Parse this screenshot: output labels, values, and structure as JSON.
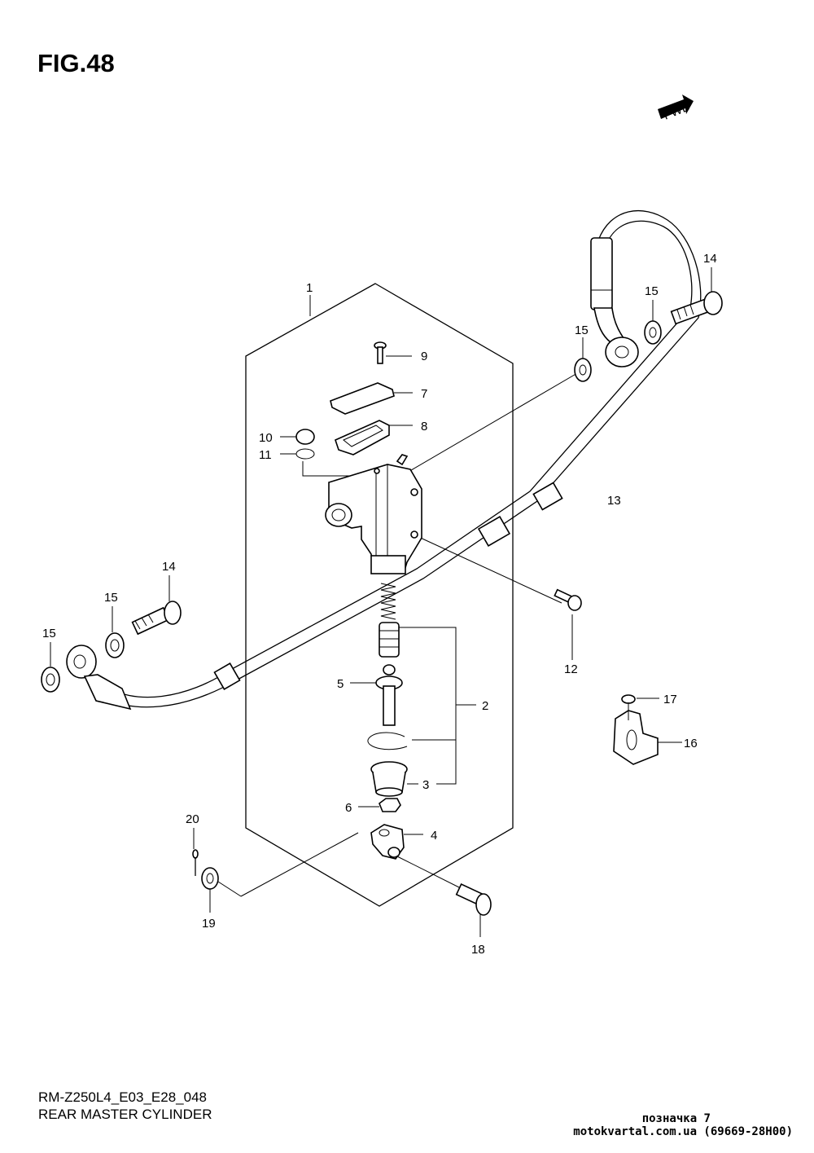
{
  "figure": {
    "title": "FIG.48"
  },
  "fwd_label": "FWD",
  "footer": {
    "code": "RM-Z250L4_E03_E28_048",
    "caption": "REAR MASTER CYLINDER",
    "mark": "позначка 7",
    "site": "motokvartal.com.ua (69669-28H00)"
  },
  "callouts": {
    "c1": "1",
    "c2": "2",
    "c3": "3",
    "c4": "4",
    "c5": "5",
    "c6": "6",
    "c7": "7",
    "c8": "8",
    "c9": "9",
    "c10": "10",
    "c11": "11",
    "c12": "12",
    "c13": "13",
    "c14a": "14",
    "c14b": "14",
    "c15a": "15",
    "c15b": "15",
    "c15c": "15",
    "c15d": "15",
    "c16": "16",
    "c17": "17",
    "c18": "18",
    "c19": "19",
    "c20": "20"
  }
}
